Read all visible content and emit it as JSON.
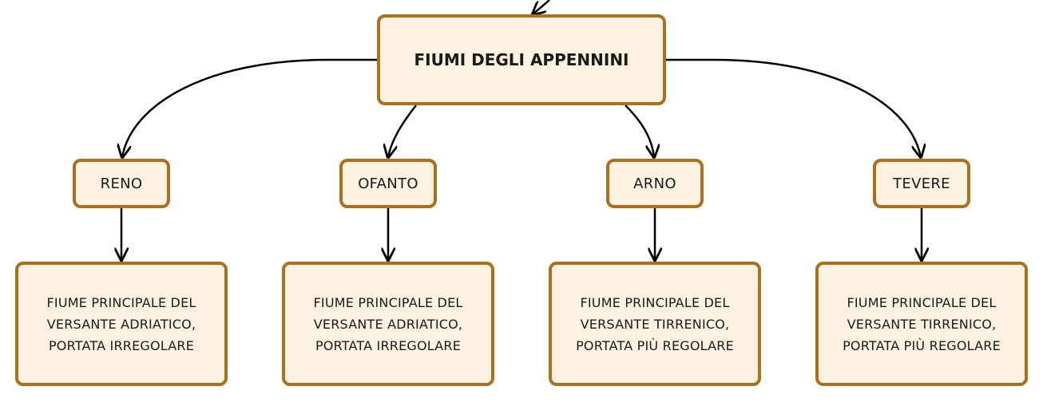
{
  "root": {
    "label": "FIUMI DEGLI APPENNINI"
  },
  "rivers": [
    {
      "id": "reno",
      "name": "RENO",
      "desc": [
        "FIUME PRINCIPALE DEL",
        "VERSANTE ADRIATICO,",
        "PORTATA IRREGOLARE"
      ]
    },
    {
      "id": "ofanto",
      "name": "OFANTO",
      "desc": [
        "FIUME PRINCIPALE DEL",
        "VERSANTE ADRIATICO,",
        "PORTATA IRREGOLARE"
      ]
    },
    {
      "id": "arno",
      "name": "ARNO",
      "desc": [
        "FIUME PRINCIPALE DEL",
        "VERSANTE TIRRENICO,",
        "PORTATA PIÙ REGOLARE"
      ]
    },
    {
      "id": "tevere",
      "name": "TEVERE",
      "desc": [
        "FIUME PRINCIPALE DEL",
        "VERSANTE TIRRENICO,",
        "PORTATA PIÙ REGOLARE"
      ]
    }
  ],
  "colors": {
    "node_fill": "#fdf1e1",
    "node_border": "#a8701f",
    "connector": "#000000"
  }
}
